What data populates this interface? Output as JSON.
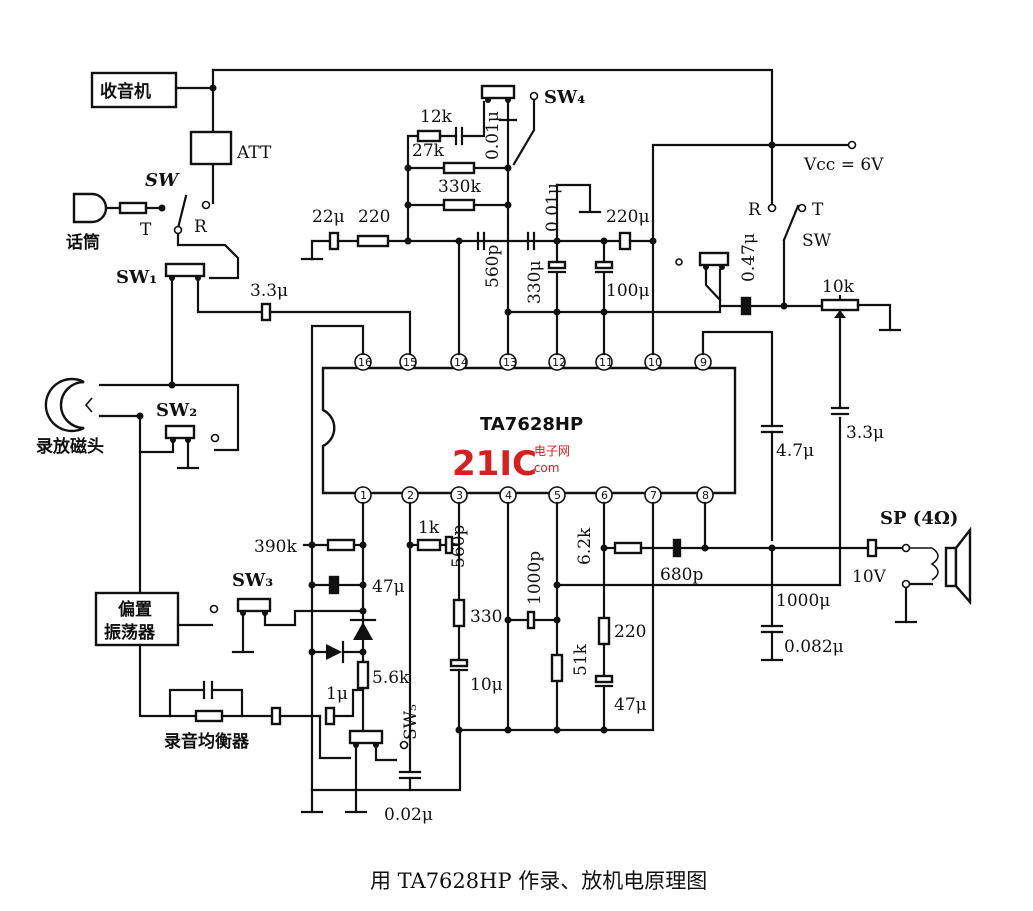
{
  "caption": "用 TA7628HP 作录、放机电原理图",
  "watermark": {
    "brand": "21IC",
    "sub": "电子网",
    "domain": ".com",
    "color": "#d81e1e"
  },
  "ic": {
    "name": "TA7628HP",
    "top_pins": [
      "16",
      "15",
      "14",
      "13",
      "12",
      "11",
      "10",
      "9"
    ],
    "bottom_pins": [
      "1",
      "2",
      "3",
      "4",
      "5",
      "6",
      "7",
      "8"
    ]
  },
  "blocks": {
    "radio": "收音机",
    "att": "ATT",
    "bias_osc_1": "偏置",
    "bias_osc_2": "振荡器"
  },
  "switches": {
    "sw": "SW",
    "sw_r": "R",
    "sw_t": "T",
    "sw1": "SW₁",
    "sw2": "SW₂",
    "sw3": "SW₃",
    "sw4": "SW₄",
    "sw5": "SW₅",
    "sw_right": "SW",
    "sw_right_r": "R",
    "sw_right_t": "T"
  },
  "labels": {
    "mic": "话筒",
    "head": "录放磁头",
    "equalizer": "录音均衡器",
    "vcc": "Vcc = 6V",
    "speaker": "SP (4Ω)"
  },
  "components": {
    "c22u": "22μ",
    "r220a": "220",
    "r12k": "12k",
    "r27k": "27k",
    "c001a": "0.01μ",
    "r330k": "330k",
    "c560a": "560p",
    "c330u": "330μ",
    "c001b": "0.01μ",
    "c100u": "100μ",
    "c220u": "220μ",
    "c33a": "3.3μ",
    "c047": "0.47μ",
    "pot10k": "10k",
    "c47a": "4.7μ",
    "c33b": "3.3μ",
    "r390k": "390k",
    "c47u": "47μ",
    "r1k": "1k",
    "c560b": "560p",
    "r330": "330",
    "c1000p": "1000p",
    "r62k": "6.2k",
    "c680p": "680p",
    "r5k6": "5.6k",
    "r51k": "51k",
    "r220b": "220",
    "c10u": "10μ",
    "c1u": "1μ",
    "c47b": "47μ",
    "c1000u": "1000μ",
    "c0082": "0.082μ",
    "c002": "0.02μ",
    "v10": "10V"
  }
}
